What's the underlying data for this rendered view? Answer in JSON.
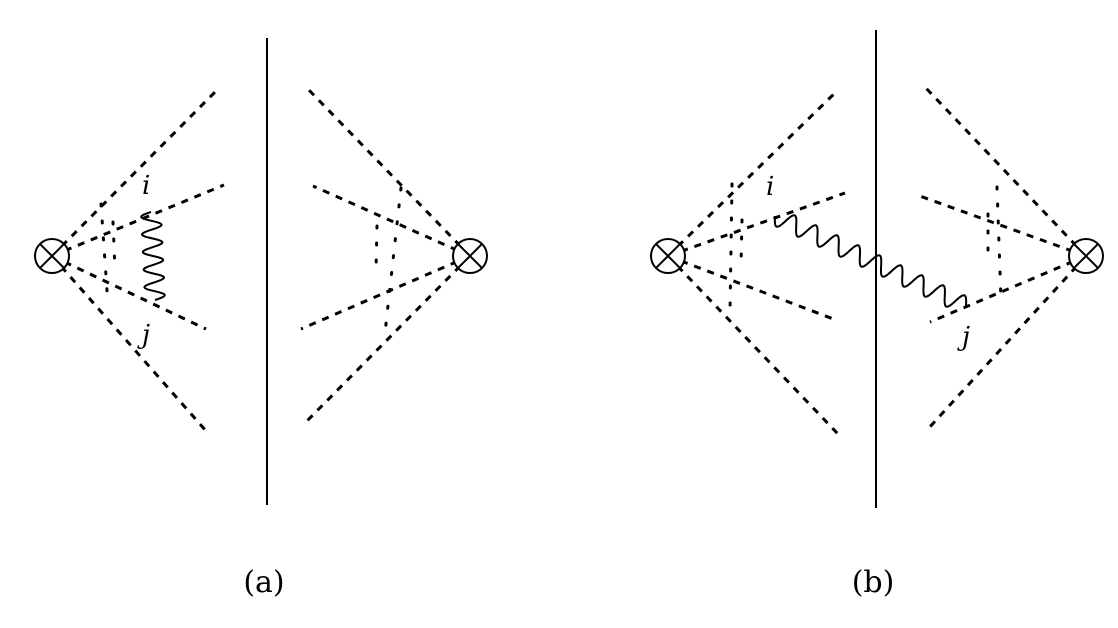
{
  "diagrams": [
    {
      "caption": "(a)",
      "label_i": "i",
      "label_j": "j"
    },
    {
      "caption": "(b)",
      "label_i": "i",
      "label_j": "j"
    }
  ]
}
